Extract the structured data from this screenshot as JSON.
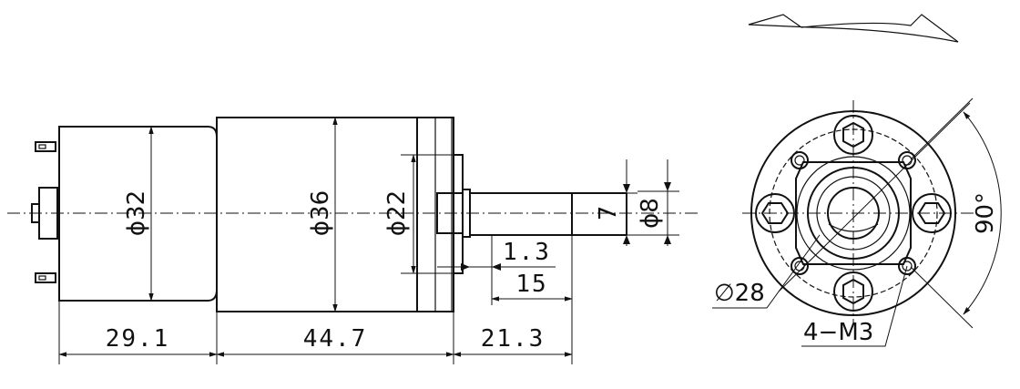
{
  "drawing": {
    "side_view": {
      "diameters": {
        "d_end_cap": "ϕ32",
        "d_body": "ϕ36",
        "d_pilot": "ϕ22",
        "d_shaft": "ϕ8"
      },
      "flat": "7",
      "shaft_shoulder": "1.3",
      "shaft_flat_len": "15",
      "lengths": {
        "end_cap": "29.1",
        "body": "44.7",
        "shaft": "21.3"
      }
    },
    "front_view": {
      "pcd": "∅28",
      "holes": "4−M3",
      "angle": "90°"
    }
  }
}
